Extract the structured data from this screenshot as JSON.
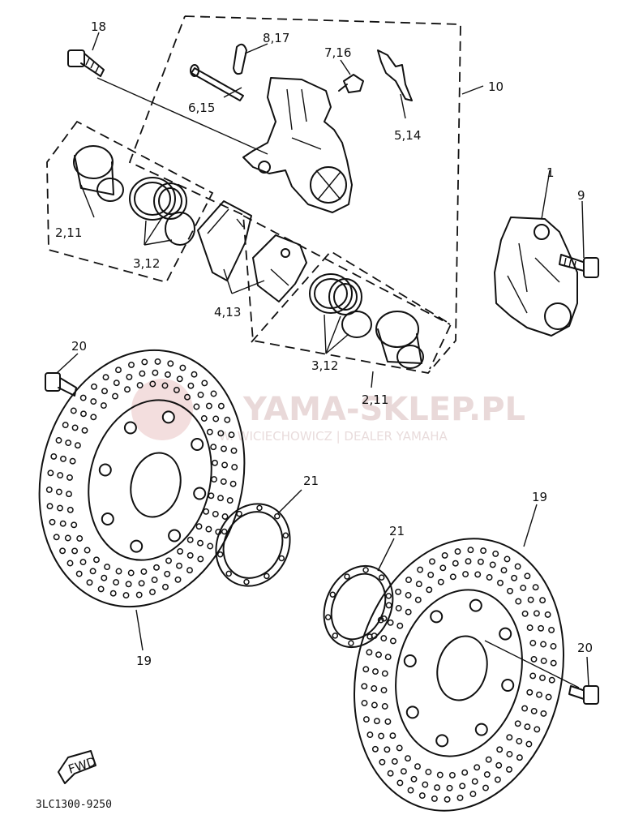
{
  "watermark": {
    "brand": "YAMA-SKLEP.PL",
    "dealer": "W. WICIECHOWICZ | DEALER YAMAHA"
  },
  "drawing_code": "3LC1300-9250",
  "fwd_marker": "FWD",
  "callouts": [
    {
      "id": "c18",
      "text": "18"
    },
    {
      "id": "c8_17",
      "text": "8,17"
    },
    {
      "id": "c7_16",
      "text": "7,16"
    },
    {
      "id": "c10",
      "text": "10"
    },
    {
      "id": "c6_15",
      "text": "6,15"
    },
    {
      "id": "c5_14",
      "text": "5,14"
    },
    {
      "id": "c1",
      "text": "1"
    },
    {
      "id": "c9",
      "text": "9"
    },
    {
      "id": "c2_11_a",
      "text": "2,11"
    },
    {
      "id": "c3_12_a",
      "text": "3,12"
    },
    {
      "id": "c4_13",
      "text": "4,13"
    },
    {
      "id": "c3_12_b",
      "text": "3,12"
    },
    {
      "id": "c2_11_b",
      "text": "2,11"
    },
    {
      "id": "c20_a",
      "text": "20"
    },
    {
      "id": "c21_a",
      "text": "21"
    },
    {
      "id": "c19_a",
      "text": "19"
    },
    {
      "id": "c19_b",
      "text": "19"
    },
    {
      "id": "c21_b",
      "text": "21"
    },
    {
      "id": "c20_b",
      "text": "20"
    }
  ]
}
